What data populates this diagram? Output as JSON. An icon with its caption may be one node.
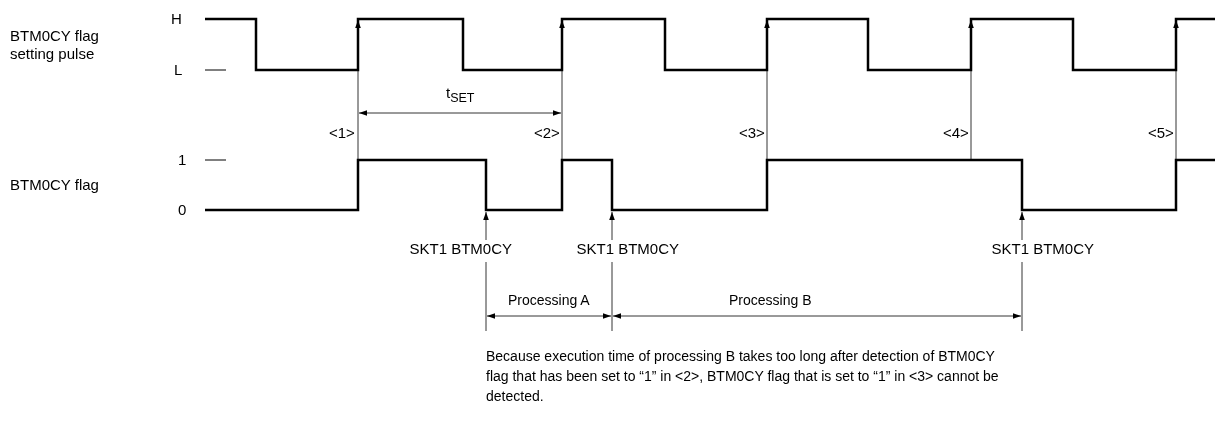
{
  "diagram": {
    "labels": [
      "H",
      "BTM0CY flag setting pulse",
      "L",
      "t$_{SET}$",
      "<1>",
      "<2>",
      "<3>",
      "<4>",
      "<5>",
      "1",
      "BTM0CY flag",
      "0",
      "SKT1 BTM0CY",
      "SKT1 BTM0CY",
      "SKT1 BTM0CY",
      "Processing A",
      "Processing B",
      "Because execution time of processing B takes too long after detection of BTM0CY flag that has been set to “1” in <2>, BTM0CY flag that is set to “1” in <3> cannot be detected."
    ]
  }
}
